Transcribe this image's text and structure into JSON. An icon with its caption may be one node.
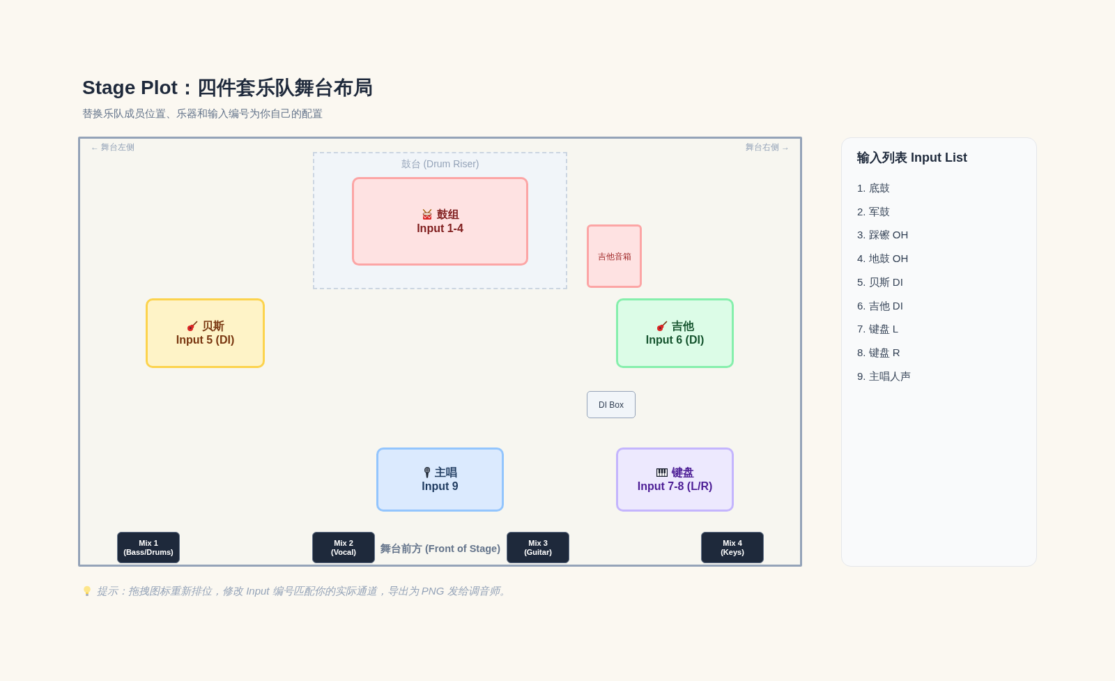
{
  "diagram": {
    "title": "Stage Plot：四件套乐队舞台布局",
    "caption": "提示：拖拽图标重新排位，修改 Input 编号匹配你的实际通道，导出为 PNG 发给调音师。",
    "nodes": [
      {
        "text": [
          "← 舞台左侧",
          "舞台右侧 →",
          "舞台前方 (Front of Stage)"
        ]
      },
      {
        "text": [
          "鼓台 (Drum Riser)"
        ],
        "in": 0
      },
      {
        "text": [
          "鼓组",
          "Input 1-4"
        ],
        "in": 1
      },
      {
        "text": [
          "吉他音箱"
        ],
        "in": 0
      },
      {
        "text": [
          "贝斯",
          "Input 5 (DI)"
        ],
        "in": 0
      },
      {
        "text": [
          "吉他",
          "Input 6 (DI)"
        ],
        "in": 0
      },
      {
        "text": [
          "DI Box"
        ],
        "in": 0
      },
      {
        "text": [
          "主唱",
          "Input 9"
        ],
        "in": 0
      },
      {
        "text": [
          "键盘",
          "Input 7-8 (L/R)"
        ],
        "in": 0
      },
      {
        "text": [
          "Mix 1",
          "(Bass/Drums)"
        ],
        "in": 0
      },
      {
        "text": [
          "Mix 2",
          "(Vocal)"
        ],
        "in": 0
      },
      {
        "text": [
          "Mix 3",
          "(Guitar)"
        ],
        "in": 0
      },
      {
        "text": [
          "Mix 4",
          "(Keys)"
        ],
        "in": 0
      },
      {
        "text": [
          "输入列表 Input List",
          "1. 底鼓",
          "2. 军鼓",
          "3. 踩镲 OH",
          "4. 地鼓 OH",
          "5. 贝斯 DI",
          "6. 吉他 DI",
          "7. 键盘 L",
          "8. 键盘 R",
          "9. 主唱人声"
        ]
      }
    ],
    "labels": [
      "替换乐队成员位置、乐器和输入编号为你自己的配置"
    ]
  }
}
